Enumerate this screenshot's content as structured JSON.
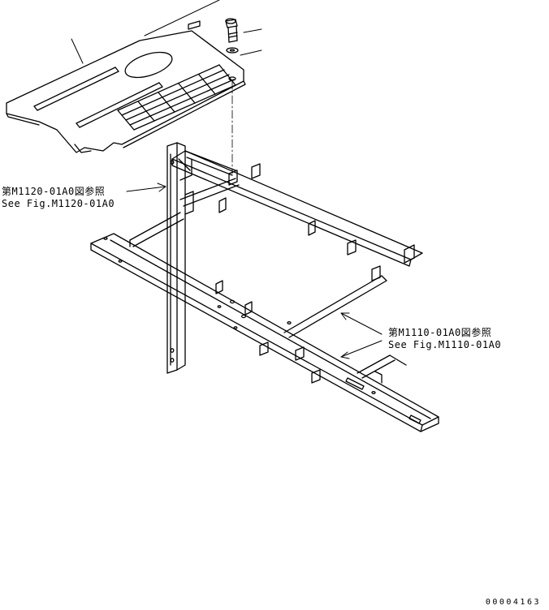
{
  "diagram": {
    "references": [
      {
        "jp": "第M1120-01A0図参照",
        "en": "See Fig.M1120-01A0"
      },
      {
        "jp": "第M1110-01A0図参照",
        "en": "See Fig.M1110-01A0"
      }
    ],
    "drawing_number": "00004163",
    "line_color": "#000000",
    "background_color": "#ffffff"
  }
}
